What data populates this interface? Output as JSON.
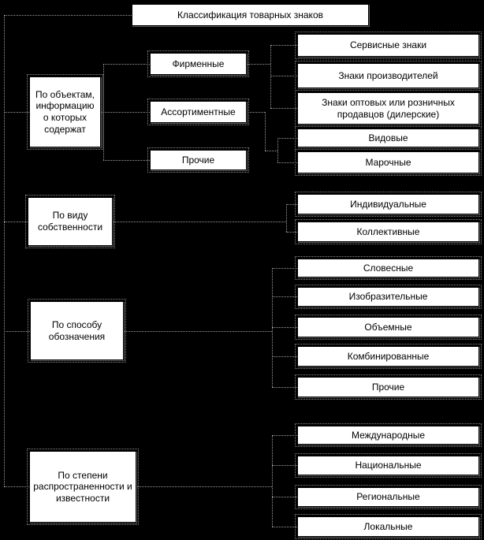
{
  "diagram": {
    "root": {
      "label": "Классификация товарных знаков"
    },
    "branches": [
      {
        "label": "По объектам, информацию о которых содержат",
        "children": [
          {
            "label": "Фирменные",
            "children": [
              {
                "label": "Сервисные знаки"
              },
              {
                "label": "Знаки производителей"
              },
              {
                "label": "Знаки оптовых или розничных продавцов (дилерские)"
              }
            ]
          },
          {
            "label": "Ассортиментные",
            "children": [
              {
                "label": "Видовые"
              },
              {
                "label": "Марочные"
              }
            ]
          },
          {
            "label": "Прочие",
            "children": []
          }
        ]
      },
      {
        "label": "По виду собственности",
        "children": [
          {
            "label": "Индивидуальные"
          },
          {
            "label": "Коллективные"
          }
        ]
      },
      {
        "label": "По способу обозначения",
        "children": [
          {
            "label": "Словесные"
          },
          {
            "label": "Изобразительные"
          },
          {
            "label": "Объемные"
          },
          {
            "label": "Комбинированные"
          },
          {
            "label": "Прочие"
          }
        ]
      },
      {
        "label": "По степени распространенности и известности",
        "children": [
          {
            "label": "Международные"
          },
          {
            "label": "Национальные"
          },
          {
            "label": "Региональные"
          },
          {
            "label": "Локальные"
          }
        ]
      }
    ],
    "colors": {
      "background": "#000000",
      "box_fill": "#ffffff",
      "box_text": "#000000",
      "connector": "#9b9b9b"
    }
  }
}
